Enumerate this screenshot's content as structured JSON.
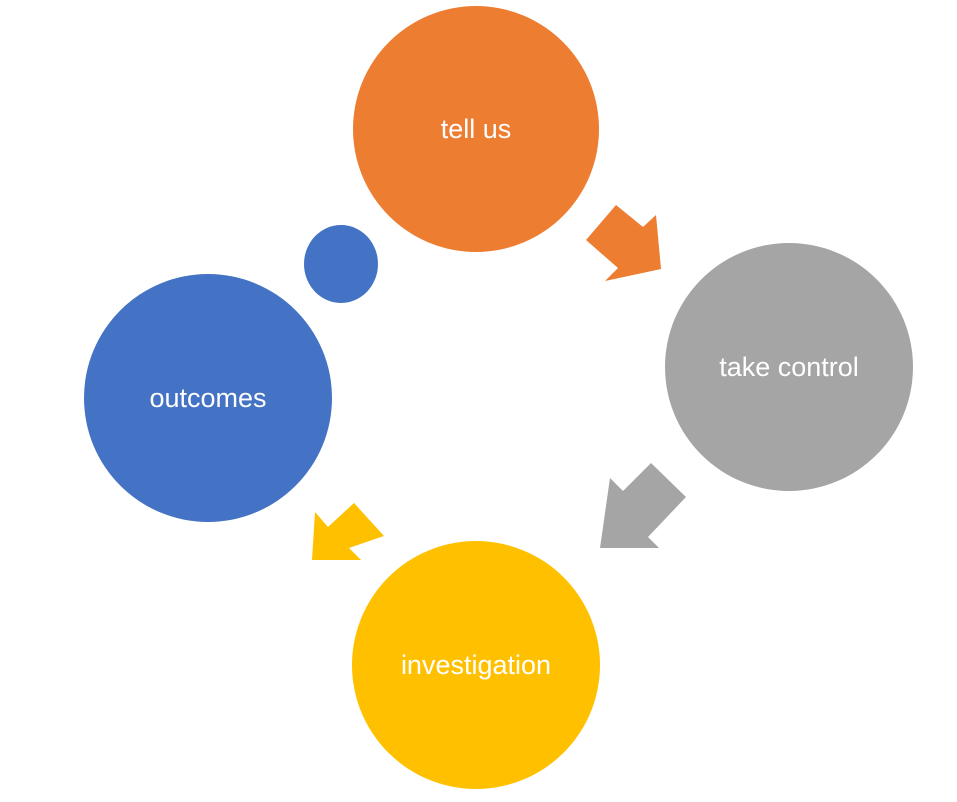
{
  "nodes": [
    {
      "id": "tell-us",
      "label": "tell us",
      "color": "#ED7D31"
    },
    {
      "id": "take-control",
      "label": "take control",
      "color": "#A5A5A5"
    },
    {
      "id": "investigation",
      "label": "investigation",
      "color": "#FFC000"
    },
    {
      "id": "outcomes",
      "label": "outcomes",
      "color": "#4472C4"
    }
  ],
  "connectors": [
    {
      "from": "tell-us",
      "to": "take-control",
      "shape": "arrow",
      "color": "#ED7D31"
    },
    {
      "from": "take-control",
      "to": "investigation",
      "shape": "arrow",
      "color": "#A5A5A5"
    },
    {
      "from": "investigation",
      "to": "outcomes",
      "shape": "arrow",
      "color": "#FFC000"
    },
    {
      "from": "outcomes",
      "to": "tell-us",
      "shape": "ellipse",
      "color": "#4472C4"
    }
  ]
}
